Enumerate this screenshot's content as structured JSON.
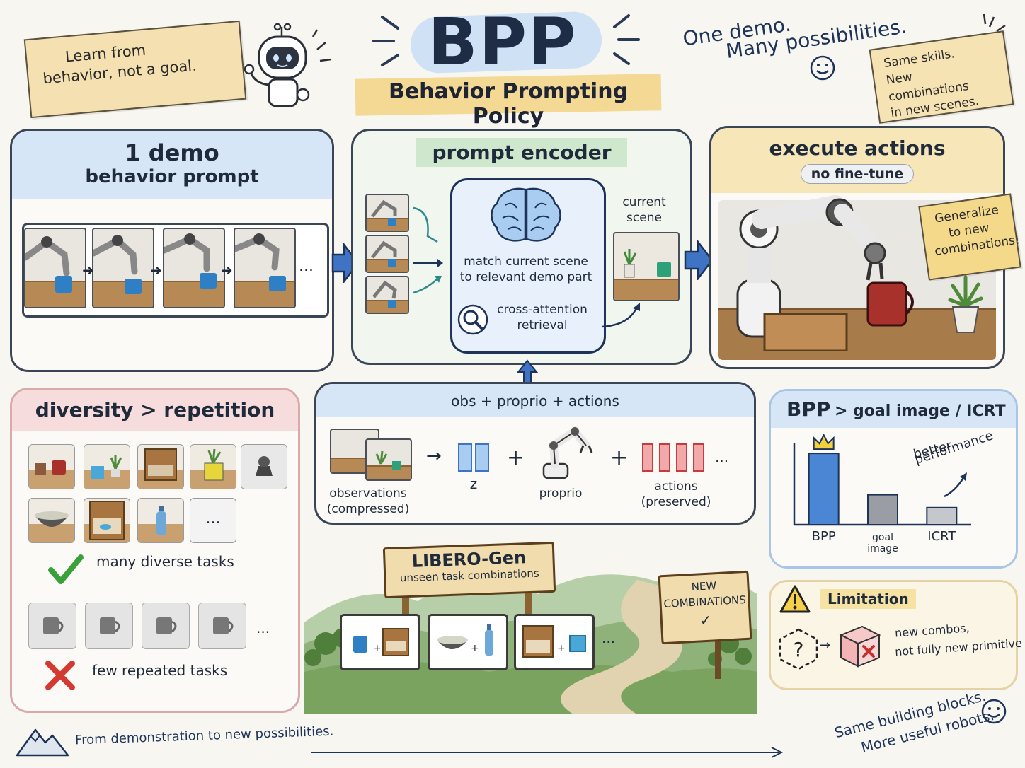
{
  "header": {
    "logo": "BPP",
    "subtitle": "Behavior Prompting Policy",
    "left_note": [
      "Learn from",
      "behavior, not a goal."
    ],
    "right_tagline": [
      "One demo.",
      "Many possibilities."
    ],
    "right_note": [
      "Same skills.",
      "New combinations",
      "in new scenes."
    ]
  },
  "demo_panel": {
    "title": "1 demo",
    "subtitle": "behavior prompt",
    "ellipsis": "..."
  },
  "encoder_panel": {
    "title": "prompt encoder",
    "match_text": [
      "match current scene",
      "to relevant demo part"
    ],
    "retrieval_text": [
      "cross-attention",
      "retrieval"
    ],
    "current_scene": [
      "current",
      "scene"
    ]
  },
  "execute_panel": {
    "title": "execute actions",
    "pill": "no fine-tune",
    "note": [
      "Generalize",
      "to new",
      "combinations!"
    ]
  },
  "diversity_panel": {
    "title": "diversity > repetition",
    "good_label": "many diverse tasks",
    "bad_label": "few repeated tasks",
    "ellipsis": "..."
  },
  "obs_panel": {
    "header": "obs + proprio + actions",
    "obs_label": [
      "observations",
      "(compressed)"
    ],
    "z_label": "z",
    "proprio_label": "proprio",
    "actions_label": [
      "actions",
      "(preserved)"
    ],
    "plus": "+",
    "ellipsis": "..."
  },
  "libero": {
    "sign_title": "LIBERO-Gen",
    "sign_sub": "unseen task combinations",
    "right_sign": [
      "NEW",
      "COMBINATIONS",
      "✓"
    ],
    "plus": "+",
    "ellipsis": "..."
  },
  "compare_panel": {
    "title_big": "BPP",
    "title_rest": "> goal image / ICRT",
    "annotation": [
      "better",
      "performance"
    ]
  },
  "chart_data": {
    "type": "bar",
    "categories": [
      "BPP",
      "goal image",
      "ICRT"
    ],
    "values": [
      1.0,
      0.42,
      0.24
    ],
    "title": "BPP > goal image / ICRT",
    "xlabel": "",
    "ylabel": "",
    "ylim": [
      0,
      1.15
    ],
    "colors": [
      "#4a86d4",
      "#9a9ea4",
      "#c4c7cb"
    ]
  },
  "limitation": {
    "title": "Limitation",
    "text": [
      "new combos,",
      "not fully new primitive"
    ]
  },
  "footer": {
    "left": "From demonstration to new possibilities.",
    "right": [
      "Same building blocks.",
      "More useful robots."
    ]
  },
  "colors": {
    "blue_band": "#d7e6f6",
    "green_band": "#dcefdc",
    "yellow_band": "#f6e6b8",
    "pink_band": "#f6dcdc",
    "arrow_blue": "#3f74c4"
  }
}
